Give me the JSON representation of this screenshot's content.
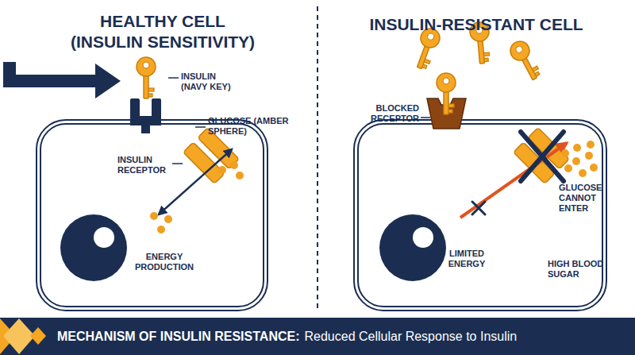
{
  "diagram": {
    "nodes": [
      {
        "text": [
          "ENERGY PRODUCTION"
        ]
      },
      {
        "text": [
          "LIMITED ENERGY"
        ]
      },
      {
        "text": [
          "MECHANISM OF INSULIN RESISTANCE:",
          "Reduced Cellular Response to Insulin"
        ]
      }
    ],
    "labels": [
      "HEALTHY CELL",
      "(INSULIN SENSITIVITY)",
      "INSULIN-RESISTANT CELL",
      "INSULIN (NAVY KEY)",
      "INSULIN RECEPTOR",
      "GLUCOSE (AMBER SPHERE)",
      "BLOCKED RECEPTOR",
      "GLUCOSE CANNOT ENTER",
      "HIGH BLOOD SUGAR"
    ]
  }
}
